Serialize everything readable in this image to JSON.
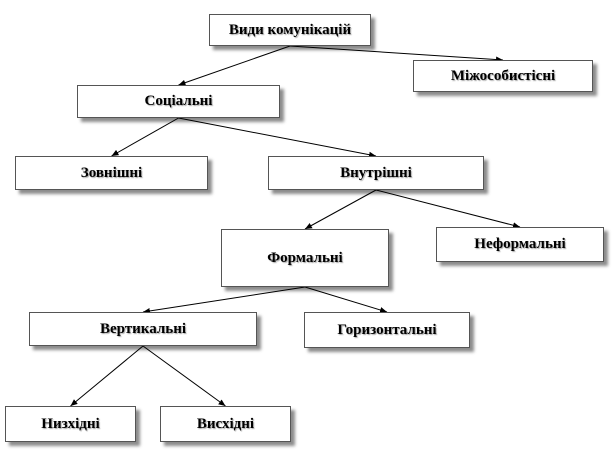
{
  "diagram": {
    "nodes": {
      "root": "Види комунікацій",
      "interpersonal": "Міжособистісні",
      "social": "Соціальні",
      "external": "Зовнішні",
      "internal": "Внутрішні",
      "formal": "Формальні",
      "informal": "Неформальні",
      "vertical": "Вертикальні",
      "horizontal": "Горизонтальні",
      "downward": "Низхідні",
      "upward": "Висхідні"
    },
    "edges": [
      [
        "root",
        "social"
      ],
      [
        "root",
        "interpersonal"
      ],
      [
        "social",
        "external"
      ],
      [
        "social",
        "internal"
      ],
      [
        "internal",
        "formal"
      ],
      [
        "internal",
        "informal"
      ],
      [
        "formal",
        "vertical"
      ],
      [
        "formal",
        "horizontal"
      ],
      [
        "vertical",
        "downward"
      ],
      [
        "vertical",
        "upward"
      ]
    ]
  }
}
